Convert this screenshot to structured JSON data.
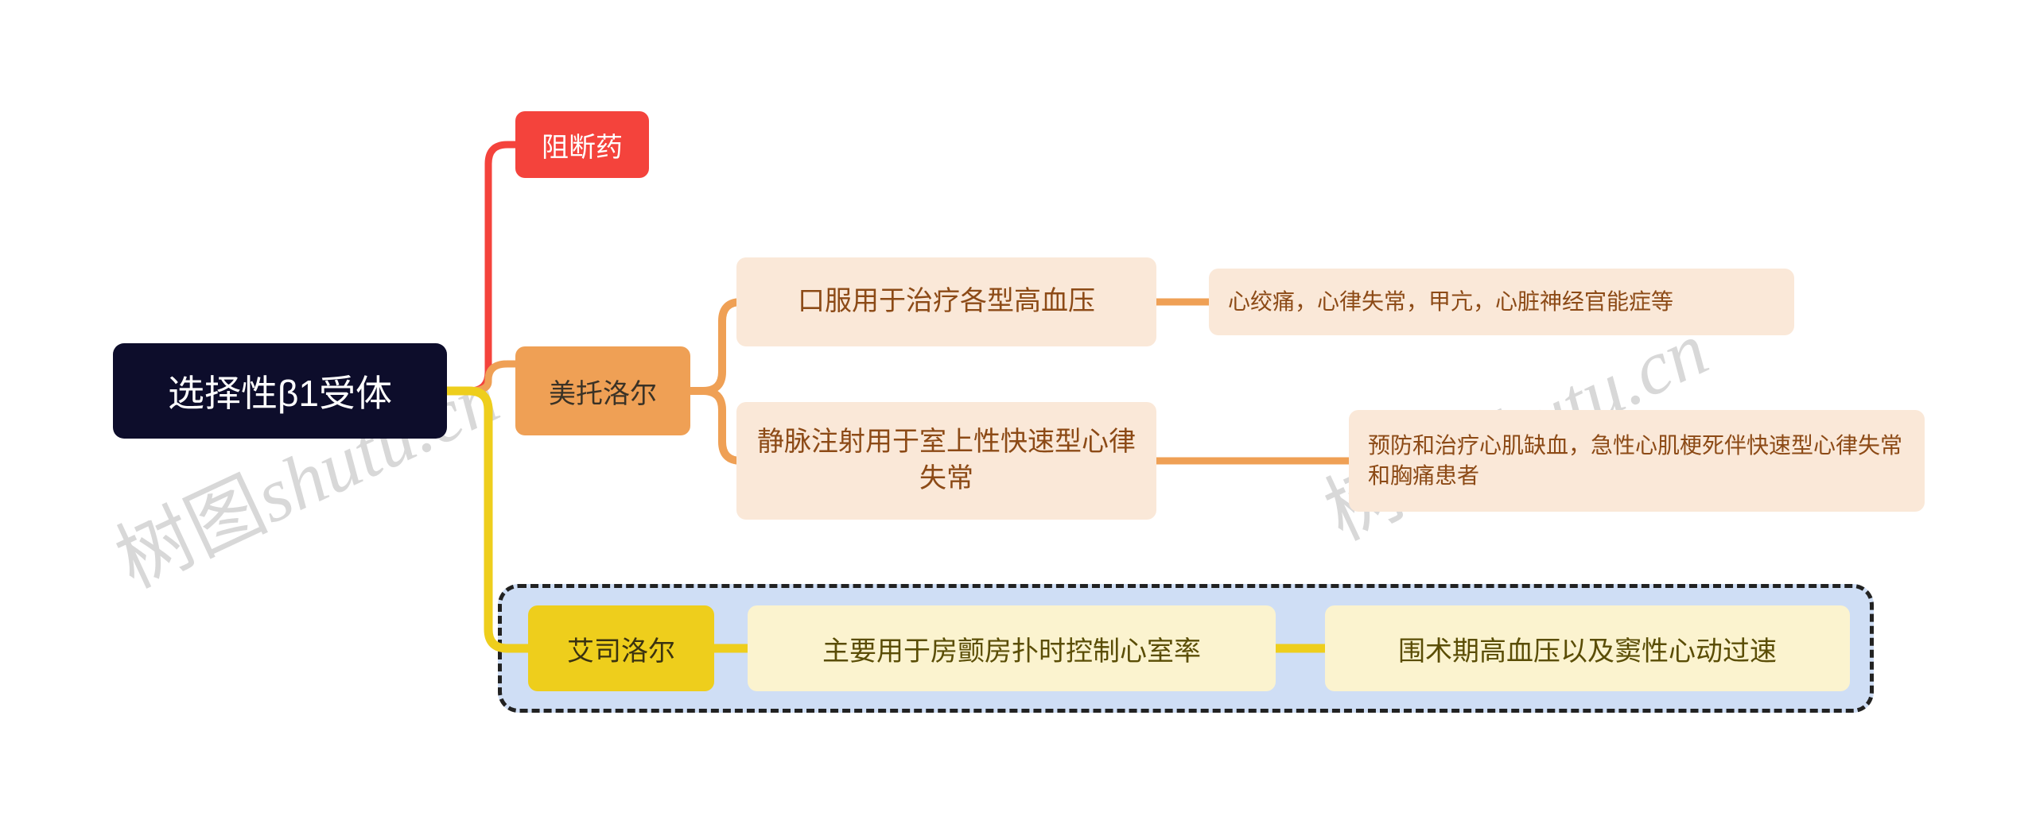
{
  "document": {
    "type": "mindmap",
    "title": "选择性β1受体"
  },
  "watermark": {
    "text": "树图shutu.cn",
    "cjk": "树图",
    "latin": "shutu.cn",
    "color": "#d8d8d8"
  },
  "colors": {
    "root_bg": "#0d0d2b",
    "root_text": "#ffffff",
    "red_bg": "#f4433c",
    "red_text": "#ffffff",
    "orange_bg": "#efa055",
    "orange_text": "#3a3226",
    "gold_bg": "#eece1c",
    "gold_text": "#3a3210",
    "peach_bg": "#fae8d8",
    "peach_text": "#8c4a16",
    "cream_bg": "#fbf3cf",
    "cream_text": "#5a4d05",
    "selection_bg": "#cfdef5",
    "selection_border": "#222222",
    "wire_red": "#f4433c",
    "wire_orange": "#efa055",
    "wire_gold": "#eece1c"
  },
  "nodes": {
    "root": {
      "label": "选择性β1受体"
    },
    "blocker": {
      "label": "阻断药"
    },
    "metoprolol": {
      "label": "美托洛尔"
    },
    "metoprolol_oral": {
      "label": "口服用于治疗各型高血压"
    },
    "metoprolol_oral_detail": {
      "label": "心绞痛，心律失常，甲亢，心脏神经官能症等"
    },
    "metoprolol_iv": {
      "label": "静脉注射用于室上性快速型心律失常"
    },
    "metoprolol_iv_detail": {
      "label": "预防和治疗心肌缺血，急性心肌梗死伴快速型心律失常和胸痛患者"
    },
    "esmolol": {
      "label": "艾司洛尔"
    },
    "esmolol_use": {
      "label": "主要用于房颤房扑时控制心室率"
    },
    "esmolol_use_detail": {
      "label": "围术期高血压以及窦性心动过速"
    }
  }
}
